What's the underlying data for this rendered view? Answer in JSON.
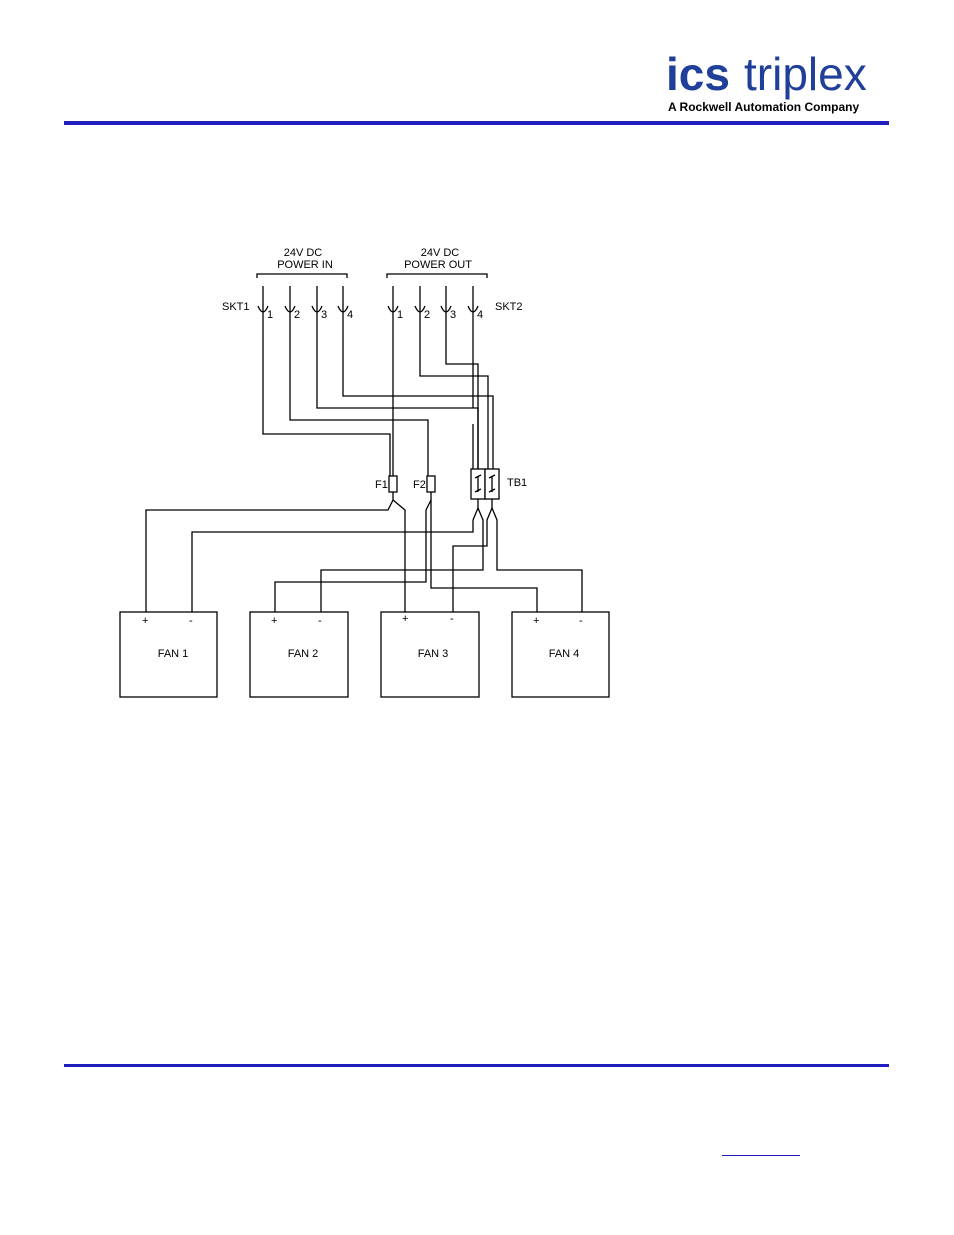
{
  "logo": {
    "brand_ics": "ics",
    "brand_triplex": "triplex",
    "tagline": "A Rockwell Automation Company",
    "color": "#1f3f99"
  },
  "rule_color": "#1f1fbf",
  "diagram": {
    "power_in": {
      "line1": "24V DC",
      "line2": "POWER IN"
    },
    "power_out": {
      "line1": "24V DC",
      "line2": "POWER OUT"
    },
    "skt1": "SKT1",
    "skt2": "SKT2",
    "pins": [
      "1",
      "2",
      "3",
      "4"
    ],
    "fuse1": "F1",
    "fuse2": "F2",
    "terminal_block": "TB1",
    "fans": [
      {
        "label": "FAN 1",
        "plus": "+",
        "minus": "-"
      },
      {
        "label": "FAN 2",
        "plus": "+",
        "minus": "-"
      },
      {
        "label": "FAN 3",
        "plus": "+",
        "minus": "-"
      },
      {
        "label": "FAN 4",
        "plus": "+",
        "minus": "-"
      }
    ]
  }
}
